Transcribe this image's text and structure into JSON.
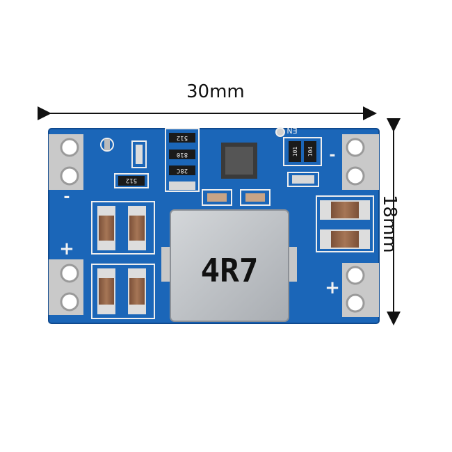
{
  "dimensions": {
    "width": "30mm",
    "height": "18mm"
  },
  "board": {
    "inductor_marking": "4R7",
    "enable_label": "EN",
    "polarity": {
      "top_left": "-",
      "left_bottom": "+",
      "right_top": "-",
      "right_bottom": "+"
    },
    "resistor_codes": {
      "r1": "512",
      "r2": "810",
      "r3": "28C",
      "r4": "512",
      "r5": "104",
      "r6": "101"
    }
  },
  "colors": {
    "pcb_blue": "#1b66b8",
    "silkscreen": "#f2f2f2",
    "copper_pad": "#cfcfcf",
    "capacitor": "#9a6a4c",
    "inductor": "#bfc2c6"
  }
}
